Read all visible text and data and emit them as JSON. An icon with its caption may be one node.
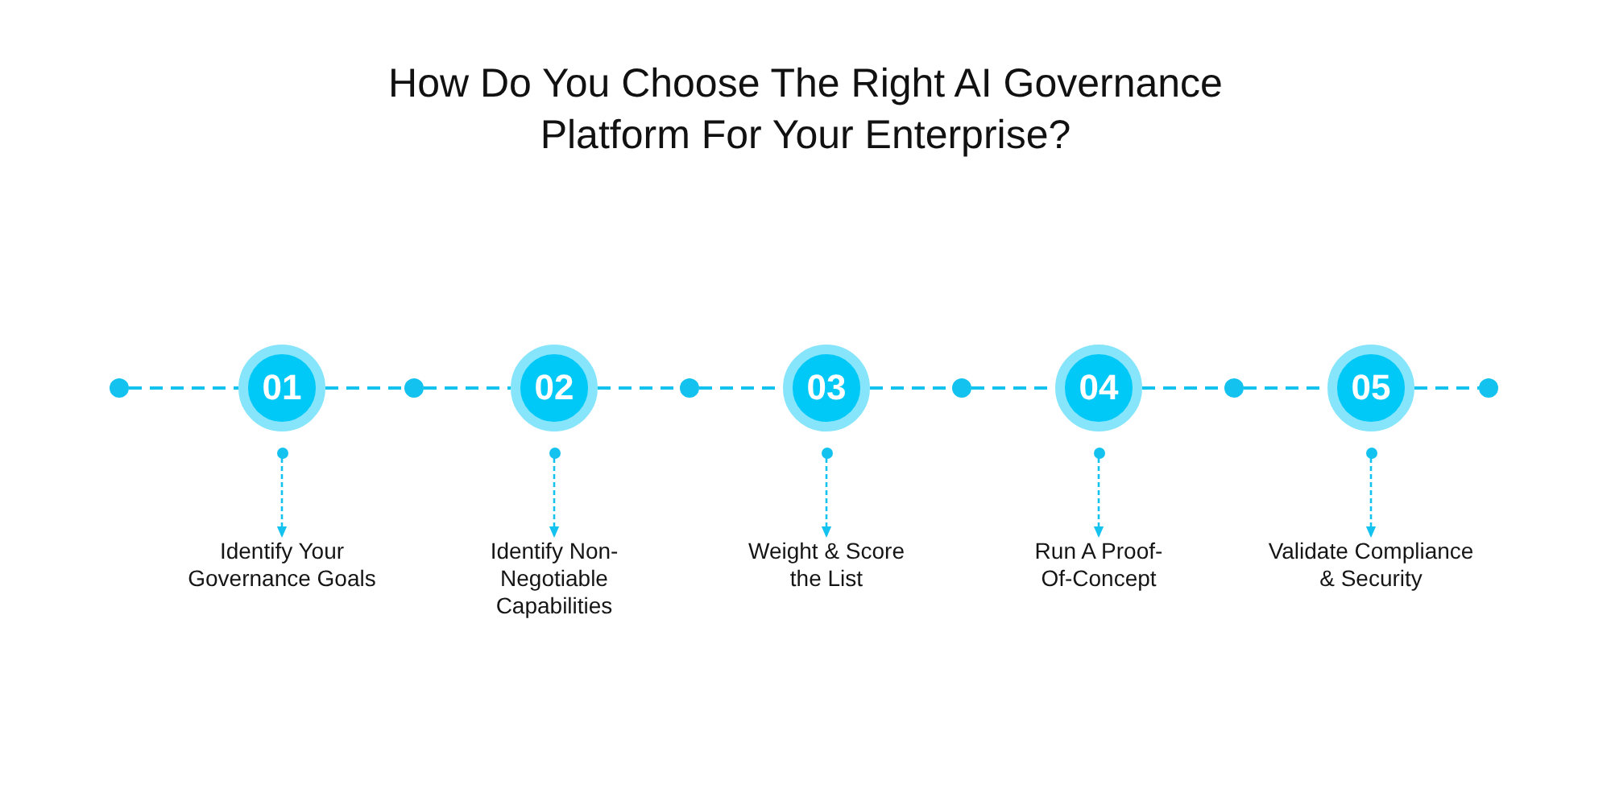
{
  "diagram": {
    "title": "How Do You Choose The Right AI Governance Platform For Your Enterprise?",
    "nodes": [
      {
        "text": [],
        "shape": "circle"
      },
      {
        "text": [
          "01"
        ]
      },
      {
        "text": [],
        "shape": "circle"
      },
      {
        "text": [
          "02"
        ]
      },
      {
        "text": [],
        "shape": "circle"
      },
      {
        "text": [
          "03"
        ]
      },
      {
        "text": [],
        "shape": "circle"
      },
      {
        "text": [
          "04"
        ]
      },
      {
        "text": [],
        "shape": "circle"
      },
      {
        "text": [
          "05"
        ]
      },
      {
        "text": [],
        "shape": "circle"
      },
      {
        "text": [],
        "shape": "circle"
      },
      {
        "text": [
          "Identify Your Governance Goals"
        ]
      },
      {
        "text": [],
        "shape": "circle"
      },
      {
        "text": [
          "Identify Non-Negotiable Capabilities"
        ]
      },
      {
        "text": [],
        "shape": "circle"
      },
      {
        "text": [
          "Weight & Score the List"
        ]
      },
      {
        "text": [],
        "shape": "circle"
      },
      {
        "text": [
          "Run A Proof-Of-Concept"
        ]
      },
      {
        "text": [],
        "shape": "circle"
      },
      {
        "text": [
          "Validate Compliance & Security"
        ]
      }
    ],
    "edges": [
      {
        "from": 0,
        "to": 1,
        "arrow": "none",
        "style": "dashed"
      },
      {
        "from": 1,
        "to": 2,
        "arrow": "none",
        "style": "dashed"
      },
      {
        "from": 2,
        "to": 3,
        "arrow": "none",
        "style": "dashed"
      },
      {
        "from": 3,
        "to": 4,
        "arrow": "none",
        "style": "dashed"
      },
      {
        "from": 4,
        "to": 5,
        "arrow": "none",
        "style": "dashed"
      },
      {
        "from": 5,
        "to": 6,
        "arrow": "none",
        "style": "dashed"
      },
      {
        "from": 6,
        "to": 7,
        "arrow": "none",
        "style": "dashed"
      },
      {
        "from": 7,
        "to": 8,
        "arrow": "none",
        "style": "dashed"
      },
      {
        "from": 8,
        "to": 9,
        "arrow": "none",
        "style": "dashed"
      },
      {
        "from": 9,
        "to": 10,
        "arrow": "none",
        "style": "dashed"
      },
      {
        "from": 11,
        "to": 12,
        "arrow": "to",
        "style": "dashed"
      },
      {
        "from": 13,
        "to": 14,
        "arrow": "to",
        "style": "dashed"
      },
      {
        "from": 15,
        "to": 16,
        "arrow": "to",
        "style": "dashed"
      },
      {
        "from": 17,
        "to": 18,
        "arrow": "to",
        "style": "dashed"
      },
      {
        "from": 19,
        "to": 20,
        "arrow": "to",
        "style": "dashed"
      }
    ]
  }
}
